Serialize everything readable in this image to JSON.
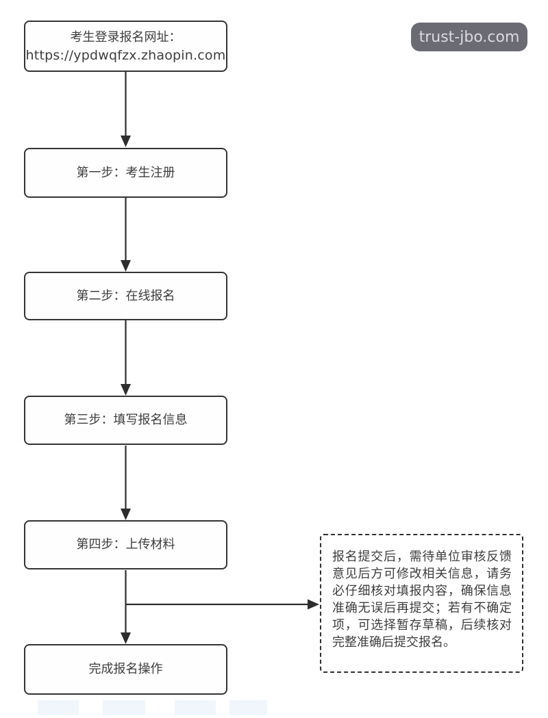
{
  "watermark": {
    "label": "trust-jbo.com"
  },
  "flowchart": {
    "start": {
      "line1": "考生登录报名网址：",
      "line2": "https://ypdwqfzx.zhaopin.com"
    },
    "steps": [
      {
        "label": "第一步：考生注册"
      },
      {
        "label": "第二步：在线报名"
      },
      {
        "label": "第三步：填写报名信息"
      },
      {
        "label": "第四步：上传材料"
      }
    ],
    "end": {
      "label": "完成报名操作"
    },
    "note": {
      "text": "报名提交后，需待单位审核反馈意见后方可修改相关信息，请务必仔细核对填报内容，确保信息准确无误后再提交；若有不确定项，可选择暂存草稿，后续核对完整准确后提交报名。"
    }
  },
  "colors": {
    "box_border": "#333333",
    "box_text": "#3d3d3d",
    "arrow": "#2d2d2d",
    "badge_bg": "#6b6b74",
    "badge_text": "#dcd9e3",
    "background": "#ffffff"
  }
}
